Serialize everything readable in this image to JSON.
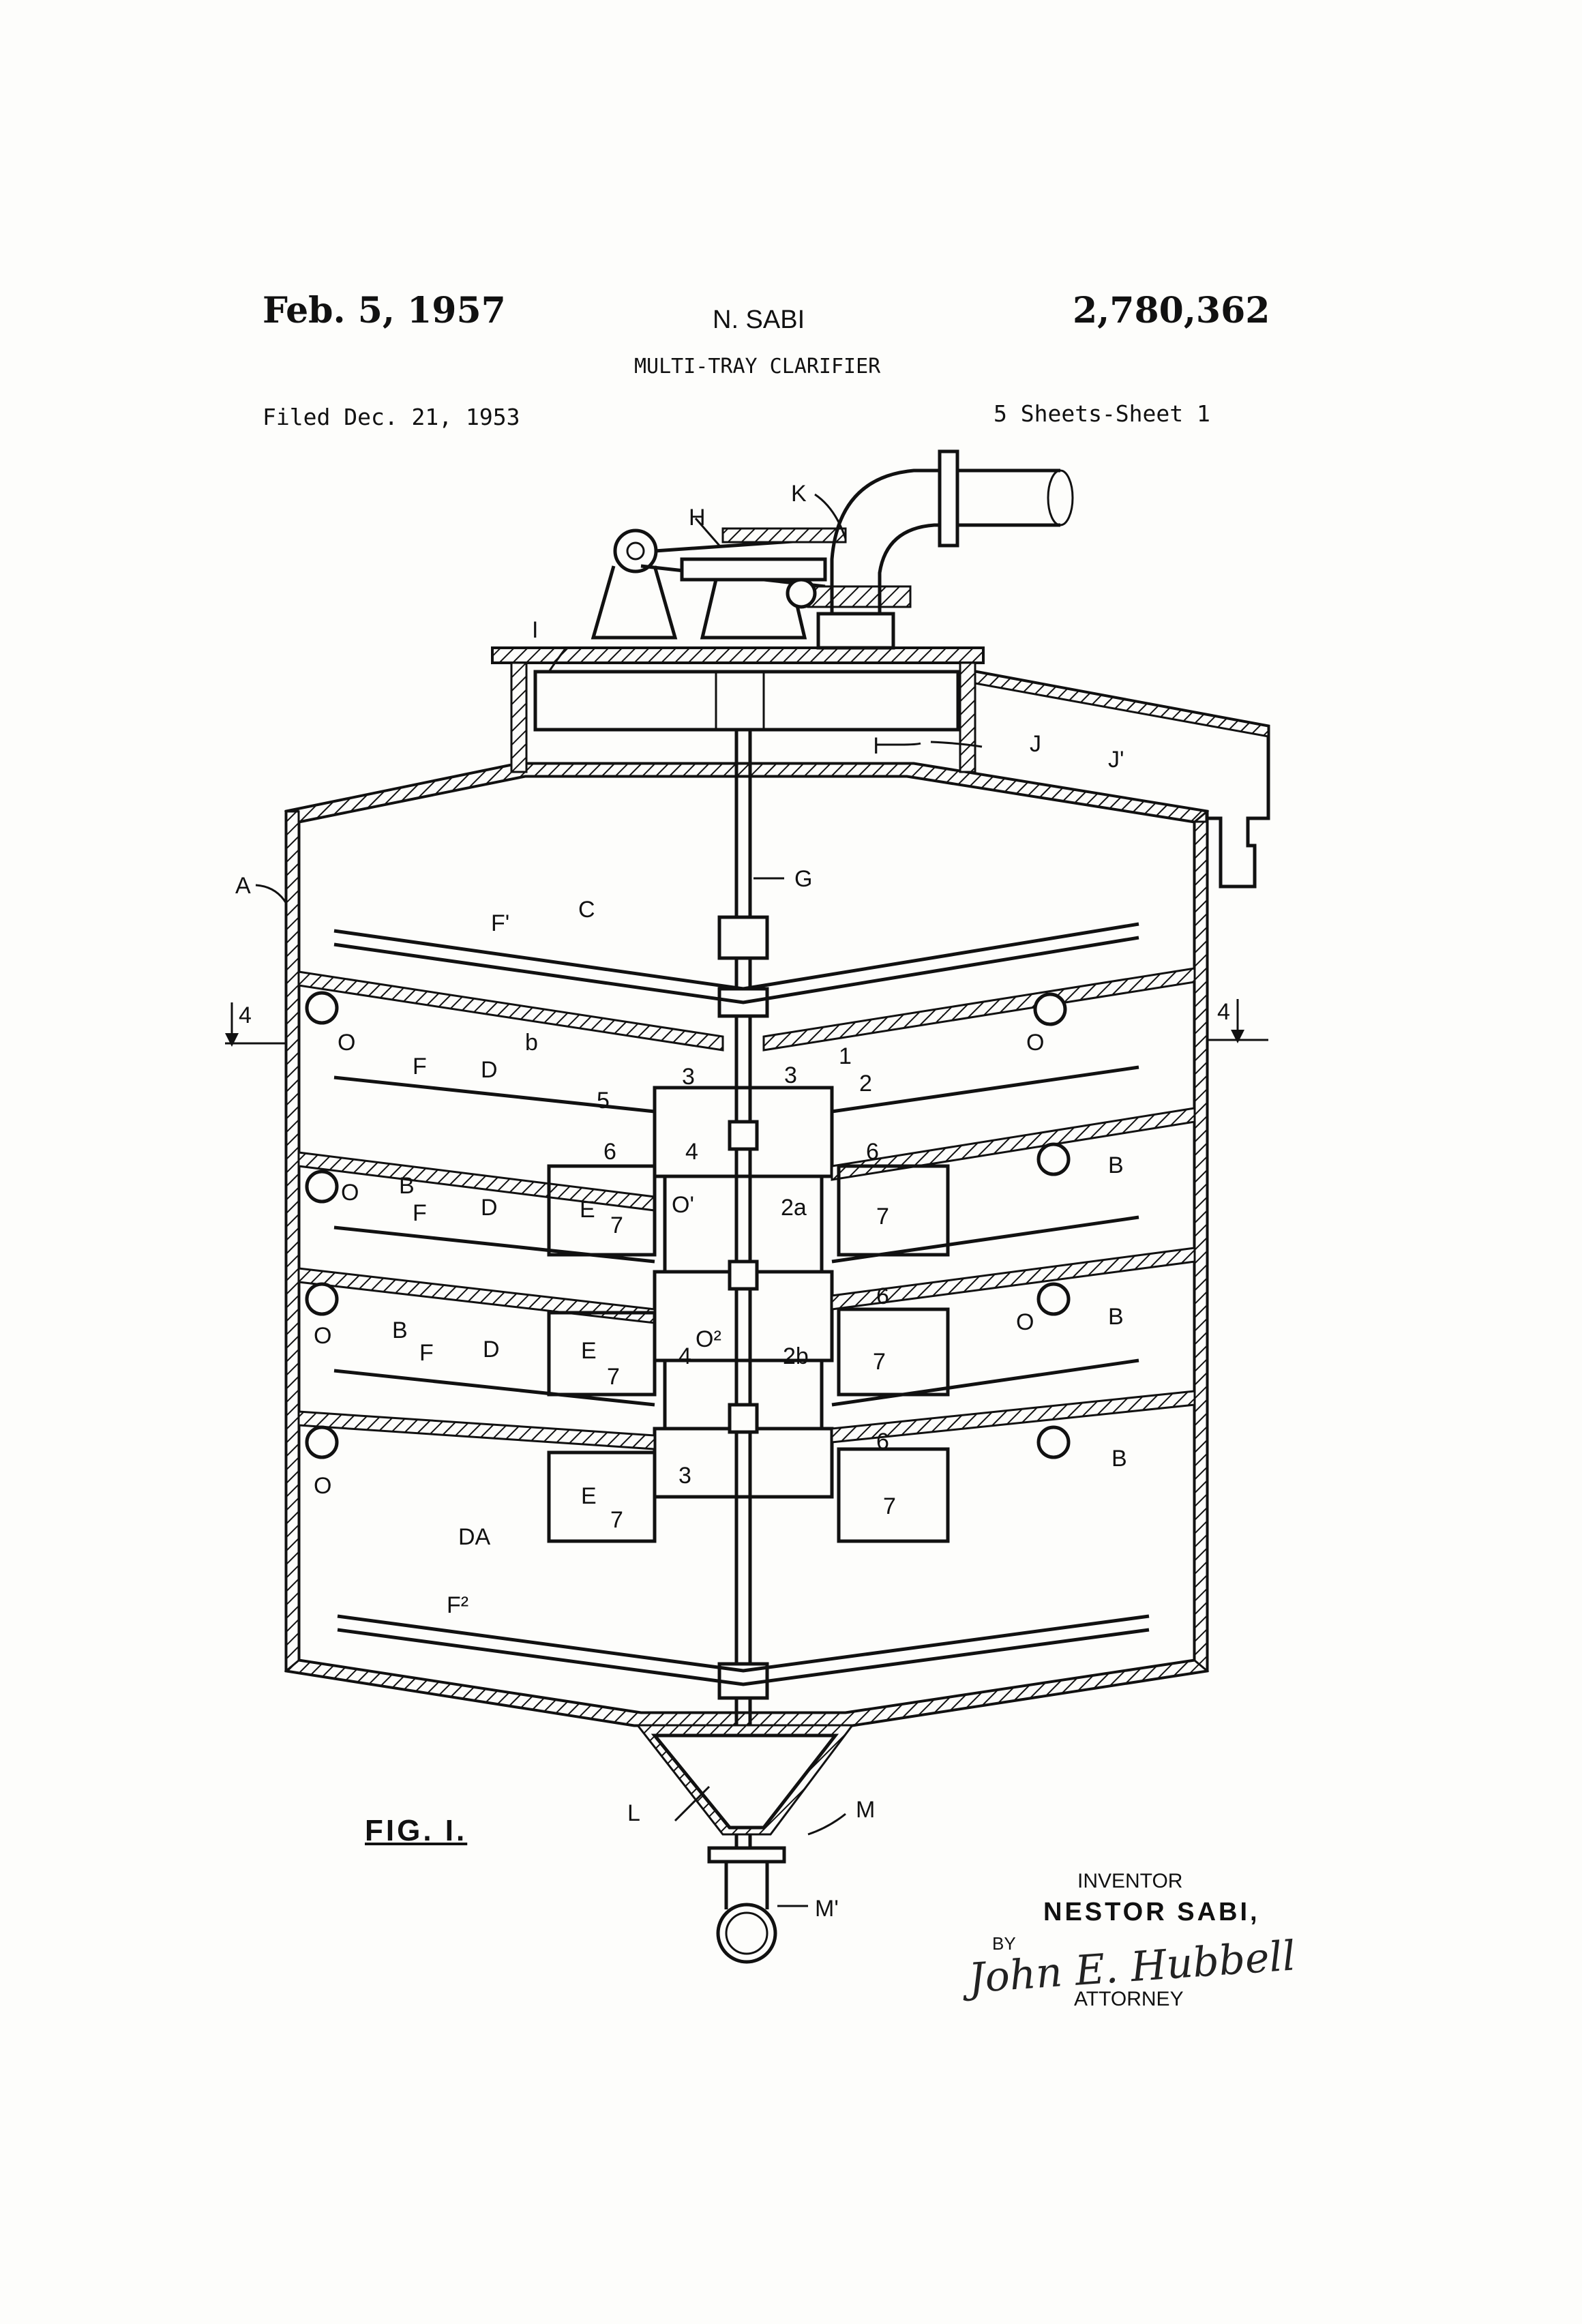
{
  "header": {
    "date": "Feb. 5, 1957",
    "inventor_short": "N. SABI",
    "patent_number": "2,780,362",
    "title": "MULTI-TRAY CLARIFIER",
    "filed": "Filed Dec. 21, 1953",
    "sheets": "5 Sheets-Sheet 1"
  },
  "figure": {
    "caption": "FIG. I.",
    "labels": {
      "A": "A",
      "B": "B",
      "b": "b",
      "C": "C",
      "D": "D",
      "DA": "DA",
      "E": "E",
      "F": "F",
      "F1": "F'",
      "F2": "F²",
      "G": "G",
      "H": "H",
      "I": "I",
      "J": "J",
      "J1": "J'",
      "K": "K",
      "L": "L",
      "M": "M",
      "M1": "M'",
      "O": "O",
      "O1": "O'",
      "O2": "O²",
      "n1": "1",
      "n2": "2",
      "n2a": "2a",
      "n2b": "2b",
      "n3": "3",
      "n4": "4",
      "n5": "5",
      "n6": "6",
      "n7": "7",
      "section": "4"
    }
  },
  "footer": {
    "inventor_label": "INVENTOR",
    "inventor_name": "NESTOR SABI,",
    "by": "BY",
    "signature": "John E. Hubbell",
    "attorney": "ATTORNEY"
  }
}
